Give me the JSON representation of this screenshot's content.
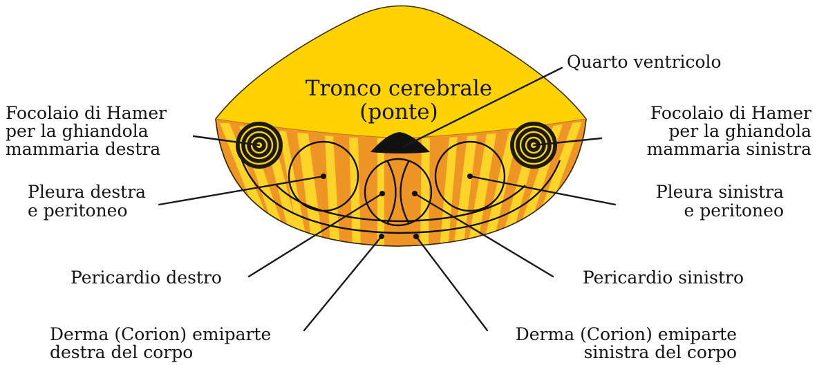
{
  "brain_region": {
    "line1": "Tronco cerebrale",
    "line2": "(ponte)"
  },
  "labels": {
    "fourth_ventricle": "Quarto ventricolo",
    "hamer_focus_right": [
      "Focolaio di Hamer",
      "per la ghiandola",
      "mammaria destra"
    ],
    "hamer_focus_left": [
      "Focolaio di Hamer",
      "per la ghiandola",
      "mammaria sinistra"
    ],
    "pleura_right": [
      "Pleura destra",
      "e peritoneo"
    ],
    "pleura_left": [
      "Pleura sinistra",
      "e peritoneo"
    ],
    "pericardium_right": "Pericardio destro",
    "pericardium_left": "Pericardio sinistro",
    "dermis_right": [
      "Derma (Corion) emiparte",
      "destra del corpo"
    ],
    "dermis_left": [
      "Derma (Corion) emiparte",
      "sinistra del corpo"
    ]
  },
  "colors": {
    "brainstem_yellow": "#ffd200",
    "relay_orange": "#ef9526",
    "stripe_yellow": "#ffd428",
    "ventricle_black": "#111111"
  }
}
